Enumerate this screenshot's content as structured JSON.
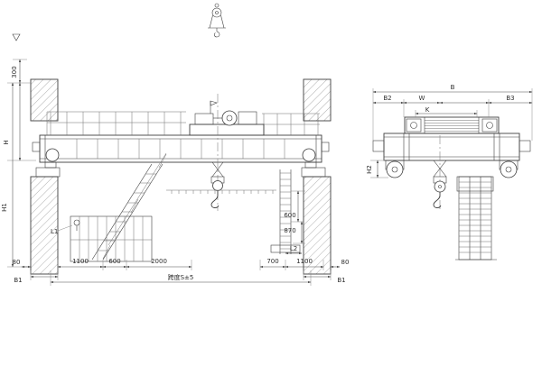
{
  "page": {
    "background": "#ffffff",
    "stroke_color": "#3f3f3f",
    "dim_color": "#4a4a4a"
  },
  "front_view": {
    "title": "crane-front-elevation",
    "dims": {
      "d300": "300",
      "H": "H",
      "H1": "H1",
      "L1": "L1",
      "d80_left": "80",
      "B1_left": "B1",
      "d1100_left": "1100",
      "d600_left": "600",
      "d2000": "2000",
      "span": "跨度S±5",
      "d600_right": "600",
      "d870": "870",
      "L2": "L2",
      "d700": "700",
      "d1100_right": "1100",
      "d80_right": "80",
      "B1_right": "B1"
    }
  },
  "side_view": {
    "title": "crane-end-view",
    "dims": {
      "B": "B",
      "B2": "B2",
      "W": "W",
      "K": "K",
      "B3": "B3",
      "H2": "H2"
    }
  }
}
